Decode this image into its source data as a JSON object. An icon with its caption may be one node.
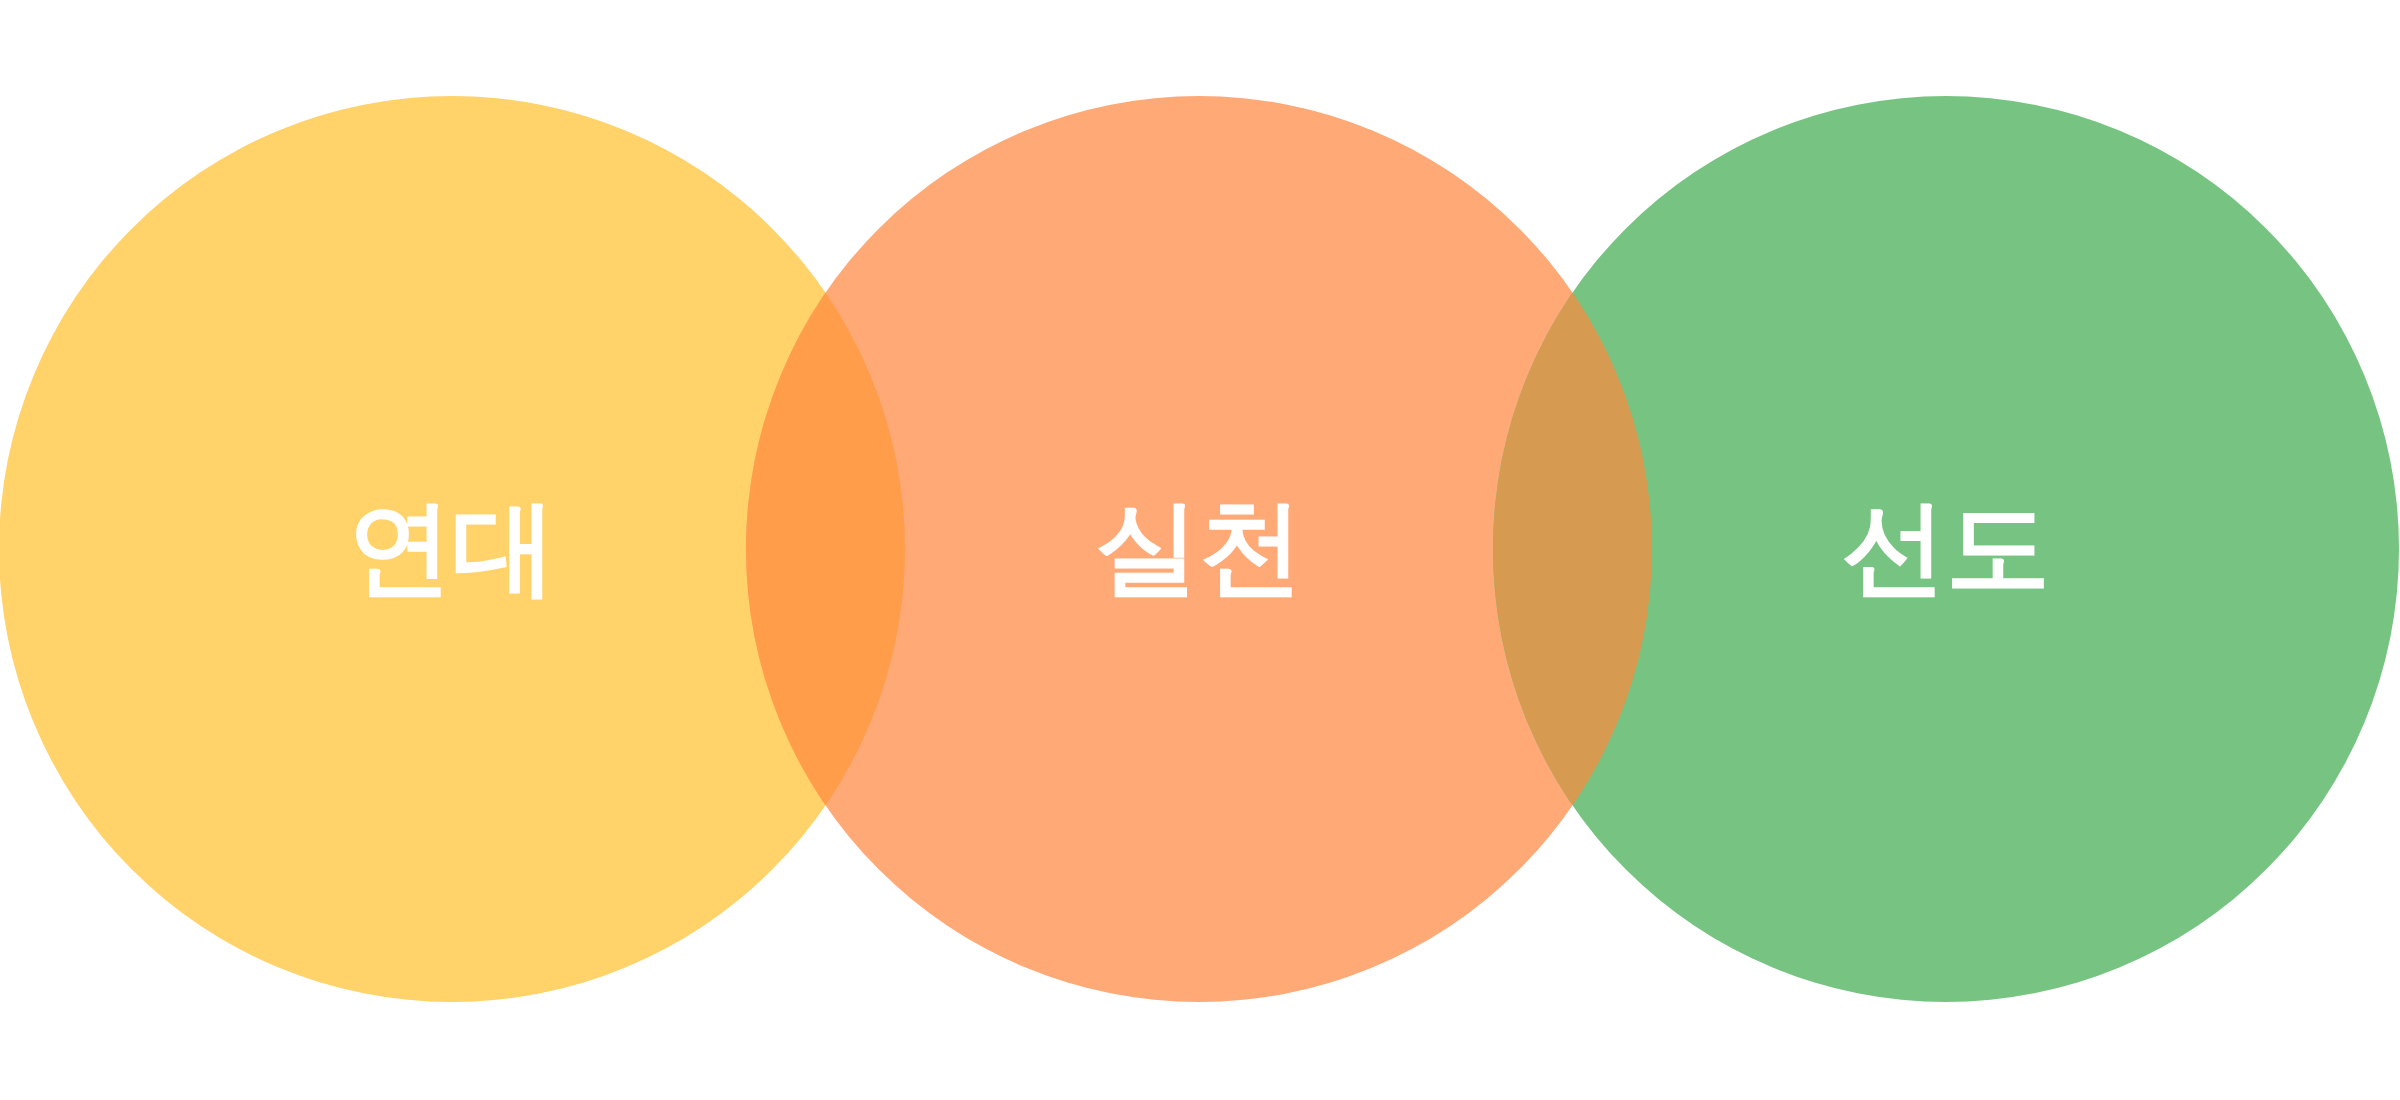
{
  "diagram": {
    "nodes": [
      {
        "text": [
          "연대"
        ]
      },
      {
        "text": [
          "실천"
        ]
      },
      {
        "text": [
          "선도"
        ]
      }
    ]
  }
}
